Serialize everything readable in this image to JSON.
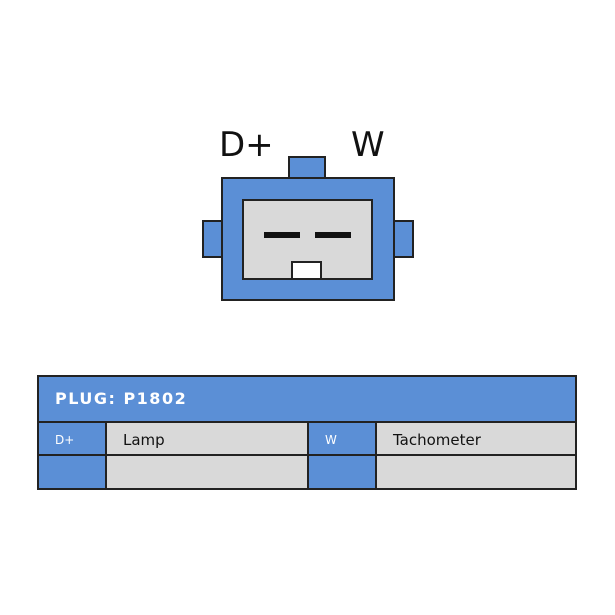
{
  "connector": {
    "pin_labels": [
      "D+",
      "W"
    ],
    "colors": {
      "housing": "#5b8fd6",
      "face": "#d9d9d9",
      "outline": "#222222",
      "terminal": "#111111"
    }
  },
  "table": {
    "header": "PLUG: P1802",
    "rows": [
      {
        "pin1": "D+",
        "func1": "Lamp",
        "pin2": "W",
        "func2": "Tachometer"
      },
      {
        "pin1": "",
        "func1": "",
        "pin2": "",
        "func2": ""
      }
    ]
  }
}
